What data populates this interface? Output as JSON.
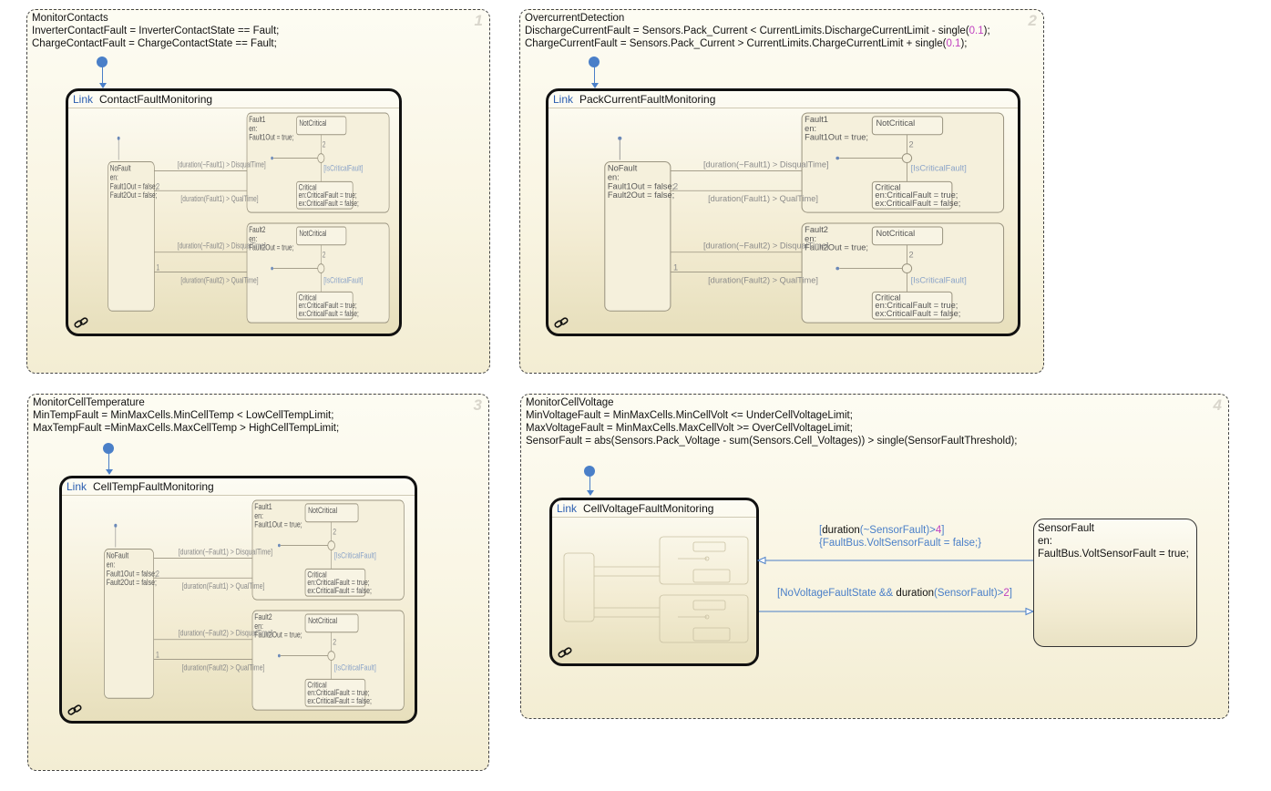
{
  "panels": [
    {
      "number": "1",
      "name": "MonitorContacts",
      "lines": [
        "InverterContactFault = InverterContactState == Fault;",
        "ChargeContactFault = ChargeContactState == Fault;"
      ],
      "link_label": "Link",
      "subchart": "ContactFaultMonitoring"
    },
    {
      "number": "2",
      "name": "OvercurrentDetection",
      "line1_pre": "DischargeCurrentFault = Sensors.Pack_Current < CurrentLimits.DischargeCurrentLimit - single(",
      "line1_num": "0.1",
      "line1_post": ");",
      "line2_pre": "ChargeCurrentFault = Sensors.Pack_Current > CurrentLimits.ChargeCurrentLimit + single(",
      "line2_num": "0.1",
      "line2_post": ");",
      "link_label": "Link",
      "subchart": "PackCurrentFaultMonitoring"
    },
    {
      "number": "3",
      "name": "MonitorCellTemperature",
      "lines": [
        "MinTempFault = MinMaxCells.MinCellTemp < LowCellTempLimit;",
        "MaxTempFault =MinMaxCells.MaxCellTemp > HighCellTempLimit;"
      ],
      "link_label": "Link",
      "subchart": "CellTempFaultMonitoring"
    },
    {
      "number": "4",
      "name": "MonitorCellVoltage",
      "lines": [
        "MinVoltageFault = MinMaxCells.MinCellVolt <= UnderCellVoltageLimit;",
        "MaxVoltageFault = MinMaxCells.MaxCellVolt >= OverCellVoltageLimit;",
        "SensorFault = abs(Sensors.Pack_Voltage - sum(Sensors.Cell_Voltages)) > single(SensorFaultThreshold);"
      ],
      "link_label": "Link",
      "subchart": "CellVoltageFaultMonitoring",
      "sensor_state": {
        "name": "SensorFault",
        "entry": "en:",
        "action": "FaultBus.VoltSensorFault = true;"
      },
      "transition_back": {
        "open": "[",
        "fn": "duration",
        "arg": "(~SensorFault)>",
        "n": "4",
        "close": "]",
        "action": "{FaultBus.VoltSensorFault = false;}"
      },
      "transition_to": {
        "pre": "[NoVoltageFaultState && ",
        "fn": "duration",
        "arg": "(SensorFault)>",
        "n": "2",
        "close": "]"
      }
    }
  ],
  "subchart_content": {
    "nofault": {
      "name": "NoFault",
      "entry": "en:",
      "a1": "Fault1Out = false;",
      "a2": "Fault2Out = false;"
    },
    "fault1": {
      "name": "Fault1",
      "entry": "en:",
      "action": "Fault1Out = true;"
    },
    "fault2": {
      "name": "Fault2",
      "entry": "en:",
      "action": "Fault2Out = true;"
    },
    "notcritical": "NotCritical",
    "critical": {
      "name": "Critical",
      "en": "en:CriticalFault = true;",
      "ex": "ex:CriticalFault = false;"
    },
    "guard": "[IsCriticalFault]",
    "t_disq1": "[duration(~Fault1) > DisqualTime]",
    "t_qual1": "[duration(Fault1) > QualTime]",
    "t_disq2": "[duration(~Fault2) > DisqualTime]",
    "t_qual2": "[duration(Fault2) > QualTime]",
    "p1": "1",
    "p2": "2"
  },
  "colors": {
    "transition": "#4a7fc8",
    "numeric": "#c040c0",
    "link": "#2a5db0",
    "faint": "#8a8a8a"
  }
}
